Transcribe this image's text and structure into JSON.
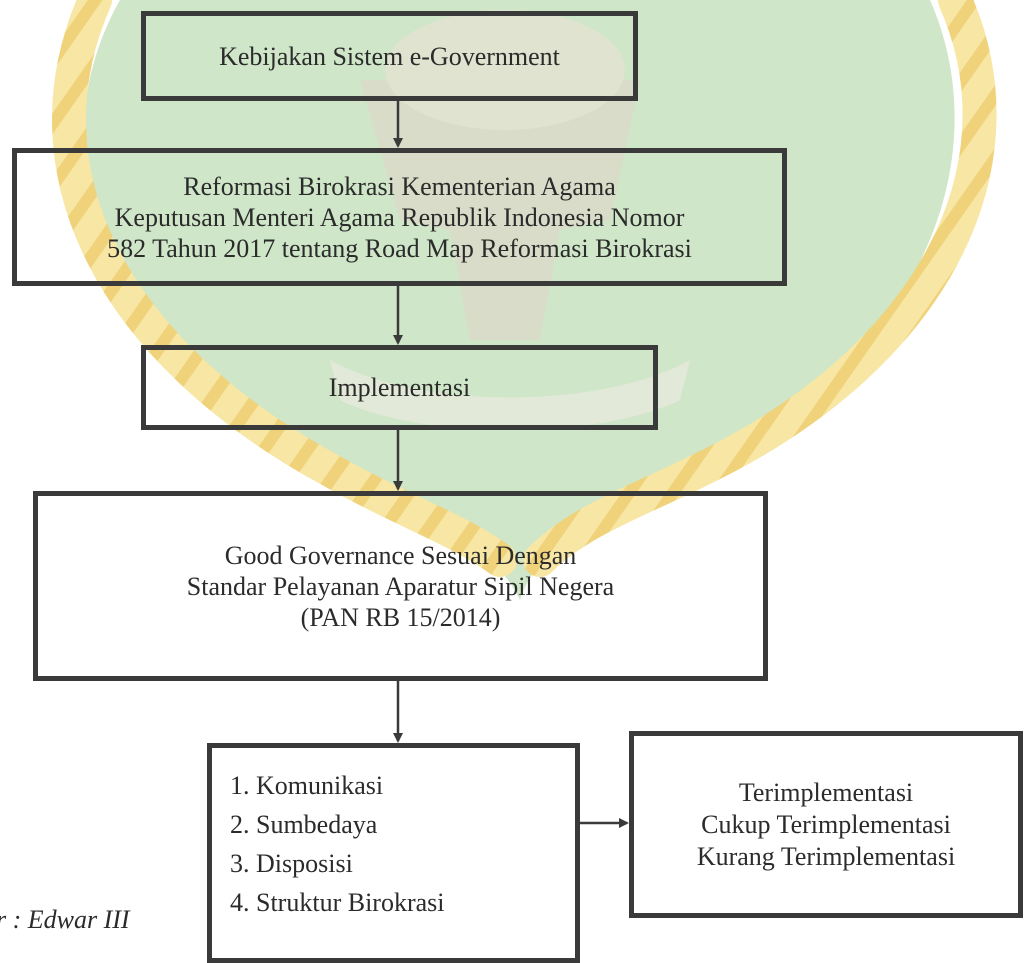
{
  "diagram": {
    "nodes": [
      {
        "id": "kebijakan",
        "lines": [
          "Kebijakan Sistem e-Government"
        ]
      },
      {
        "id": "reformasi",
        "lines": [
          "Reformasi Birokrasi Kementerian Agama",
          "Keputusan Menteri Agama Republik Indonesia Nomor",
          "582 Tahun 2017 tentang Road Map Reformasi Birokrasi"
        ]
      },
      {
        "id": "implementasi",
        "lines": [
          "Implementasi"
        ]
      },
      {
        "id": "good-governance",
        "lines": [
          "Good Governance Sesuai Dengan",
          "Standar Pelayanan Aparatur Sipil Negera",
          "(PAN RB 15/2014)"
        ]
      },
      {
        "id": "faktor",
        "items": [
          "1.  Komunikasi",
          "2.  Sumbedaya",
          "3.  Disposisi",
          "4.  Struktur Birokrasi"
        ]
      },
      {
        "id": "hasil",
        "lines": [
          "Terimplementasi",
          "Cukup Terimplementasi",
          "Kurang Terimplementasi"
        ]
      }
    ],
    "edges": [
      {
        "from": "kebijakan",
        "to": "reformasi"
      },
      {
        "from": "reformasi",
        "to": "implementasi"
      },
      {
        "from": "implementasi",
        "to": "good-governance"
      },
      {
        "from": "good-governance",
        "to": "faktor"
      },
      {
        "from": "faktor",
        "to": "hasil"
      }
    ],
    "source": "r : Edwar III"
  },
  "colors": {
    "stroke": "#3a3a3a",
    "text": "#2b2b2b",
    "watermark_green": "#cfe6c8",
    "watermark_yellow": "#f7e6a4",
    "watermark_dark": "#d8dcc8"
  },
  "icons": {
    "watermark": "university-seal-watermark"
  }
}
